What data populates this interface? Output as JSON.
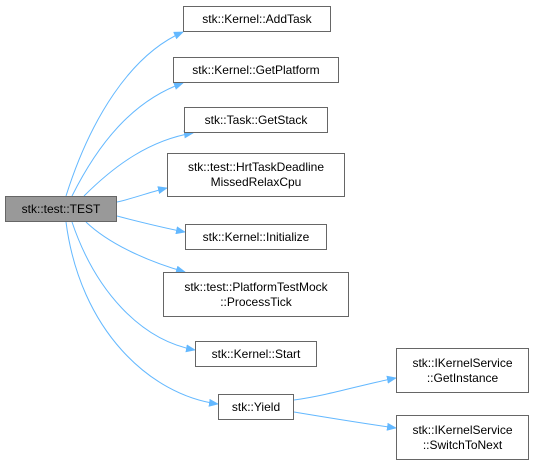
{
  "graph": {
    "edge_color": "#63b8ff",
    "node_border_color": "#666666",
    "root_fill": "#999999",
    "root": {
      "label": "stk::test::TEST"
    },
    "nodes": {
      "add_task": {
        "label": "stk::Kernel::AddTask"
      },
      "get_platform": {
        "label": "stk::Kernel::GetPlatform"
      },
      "get_stack": {
        "label": "stk::Task::GetStack"
      },
      "hrt_deadline": {
        "line1": "stk::test::HrtTaskDeadline",
        "line2": "MissedRelaxCpu"
      },
      "initialize": {
        "label": "stk::Kernel::Initialize"
      },
      "process_tick": {
        "line1": "stk::test::PlatformTestMock",
        "line2": "::ProcessTick"
      },
      "start": {
        "label": "stk::Kernel::Start"
      },
      "yield": {
        "label": "stk::Yield"
      },
      "get_instance": {
        "line1": "stk::IKernelService",
        "line2": "::GetInstance"
      },
      "switch_to_next": {
        "line1": "stk::IKernelService",
        "line2": "::SwitchToNext"
      }
    }
  }
}
